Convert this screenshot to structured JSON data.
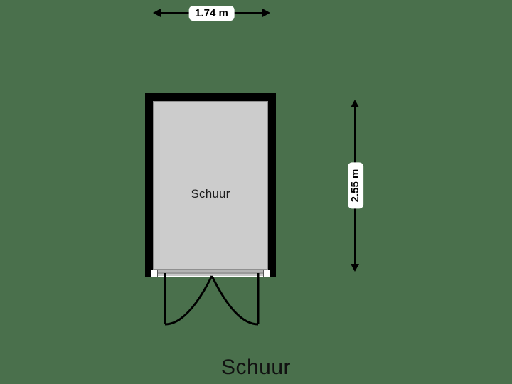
{
  "plan": {
    "title": "Schuur",
    "background_color": "#4a704c",
    "wall_color": "#000000",
    "floor_color": "#cccccc"
  },
  "room": {
    "label": "Schuur"
  },
  "dimensions": {
    "width": {
      "label": "1.74 m",
      "value": 1.74,
      "unit": "m",
      "orientation": "horizontal"
    },
    "height": {
      "label": "2.55 m",
      "value": 2.55,
      "unit": "m",
      "orientation": "vertical"
    }
  },
  "door": {
    "type": "double-swing-door",
    "leaves": 2,
    "swing": "outward"
  }
}
